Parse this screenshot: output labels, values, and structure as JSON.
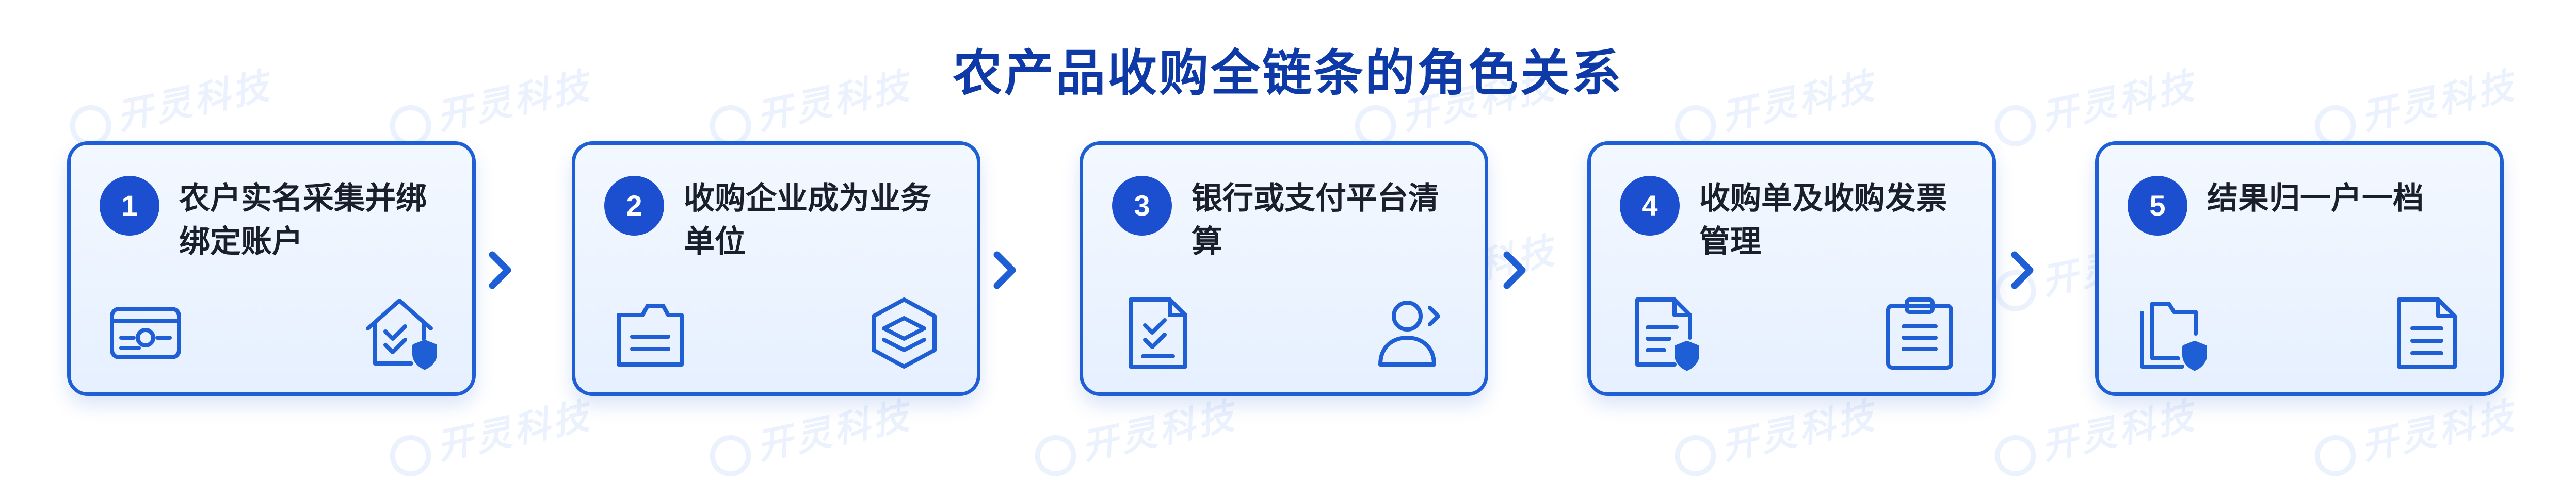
{
  "title": "农产品收购全链条的角色关系",
  "watermark": "开灵科技",
  "colors": {
    "accent": "#1f5fd6",
    "badge": "#1b4fd0",
    "title": "#0e3aa8",
    "text": "#1a1f2c",
    "card_fill": "#eaf2ff"
  },
  "steps": [
    {
      "number": "1",
      "label": "农户实名采集并绑绑定账户",
      "icons": [
        "id-card-icon",
        "house-shield-check-icon"
      ]
    },
    {
      "number": "2",
      "label": "收购企业成为业务单位",
      "icons": [
        "document-icon",
        "layered-hexagon-icon"
      ]
    },
    {
      "number": "3",
      "label": "银行或支付平台清算",
      "icons": [
        "checklist-document-icon",
        "user-arrow-icon"
      ]
    },
    {
      "number": "4",
      "label": "收购单及收购发票管理",
      "icons": [
        "document-shield-icon",
        "clipboard-icon"
      ]
    },
    {
      "number": "5",
      "label": "结果归一户一档",
      "icons": [
        "folders-shield-icon",
        "list-document-icon"
      ]
    }
  ],
  "connector_icon": "chevron-right-icon"
}
